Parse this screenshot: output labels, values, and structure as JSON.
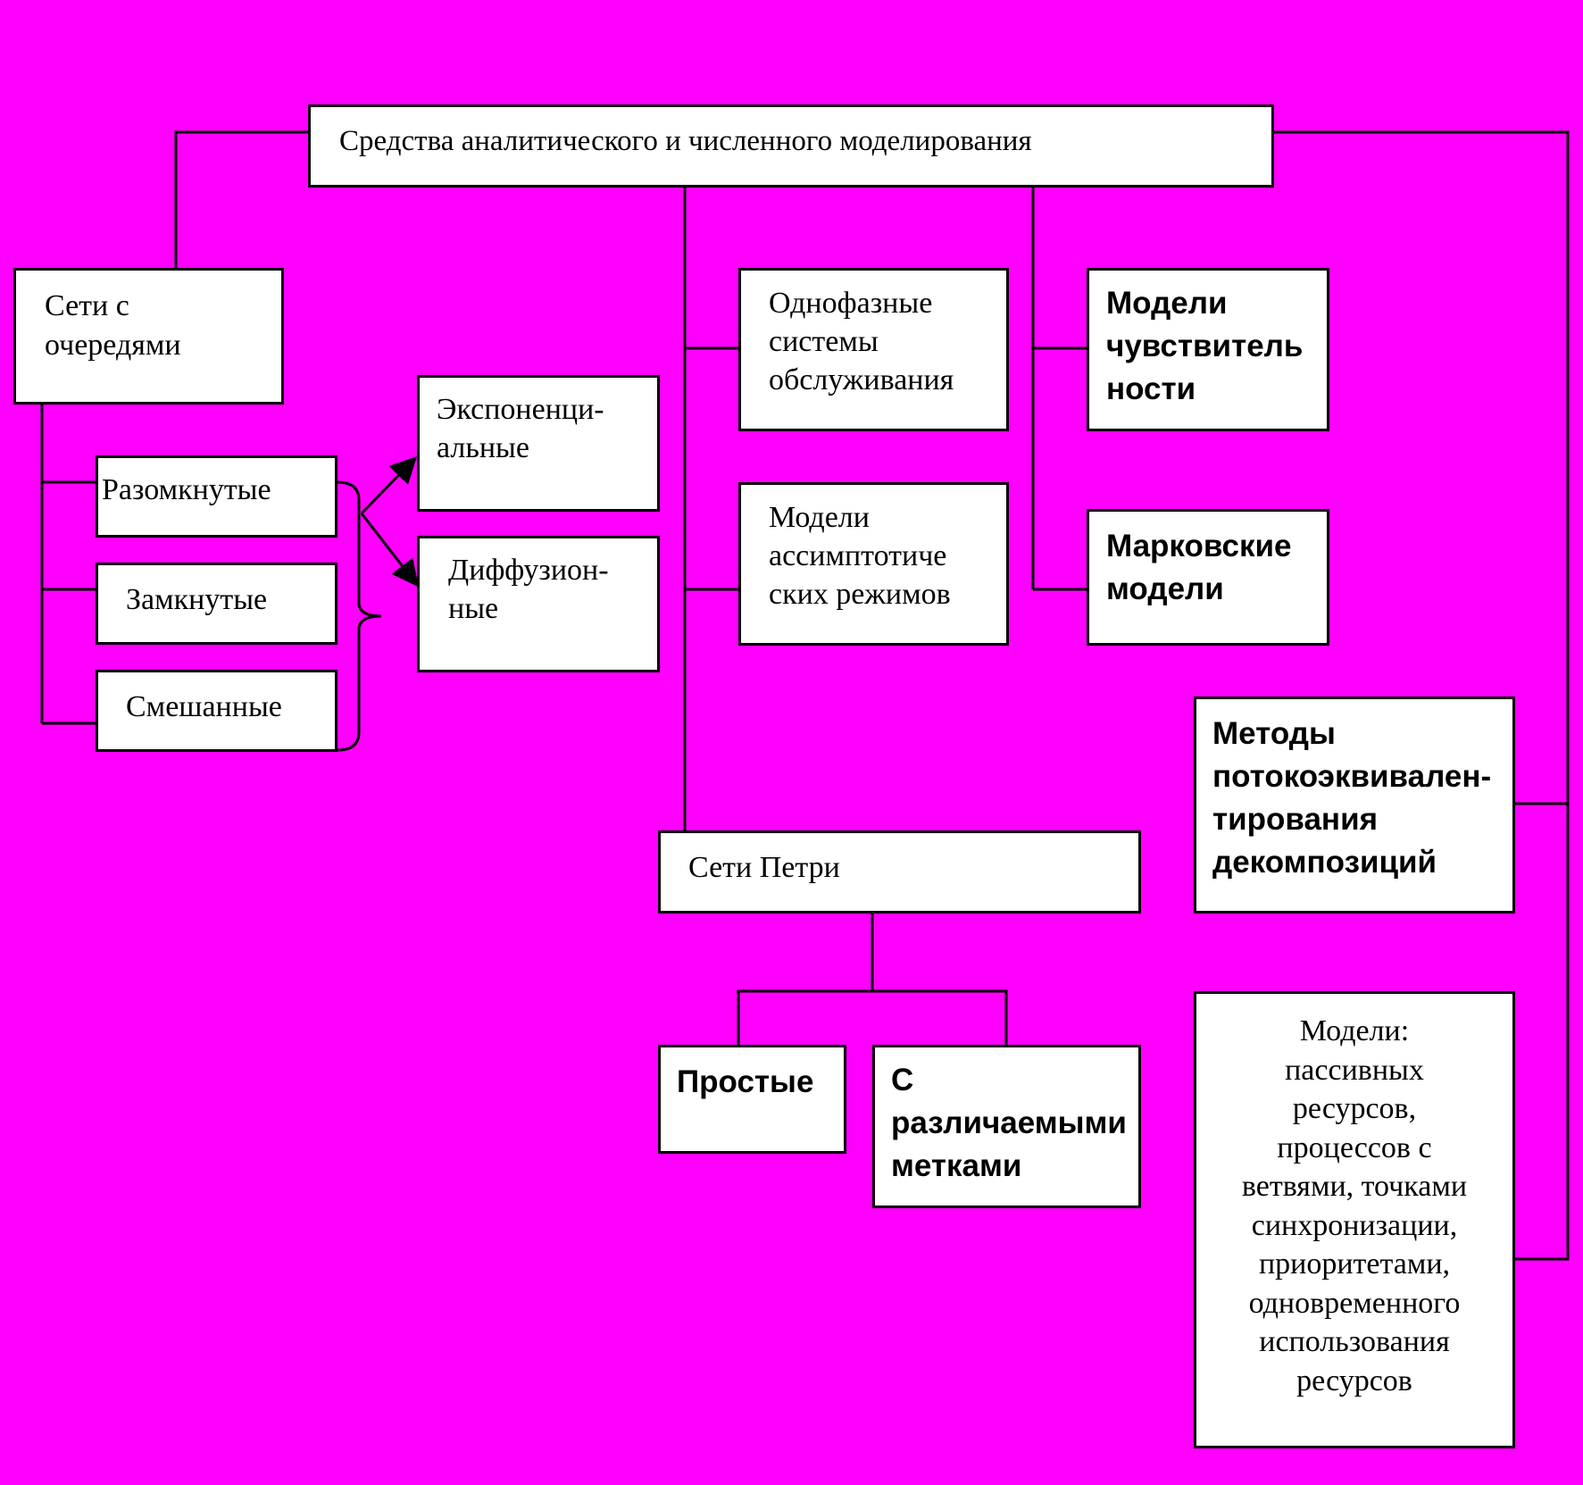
{
  "colors": {
    "background": "#ff00ff",
    "box_fill": "#ffffff",
    "line": "#000000"
  },
  "root": "Средства аналитического и численного моделирования",
  "queue_networks": {
    "title": "Сети с\nочередями",
    "types": {
      "open": "Разомкнутые",
      "closed": "Замкнутые",
      "mixed": "Смешанные"
    },
    "approximations": {
      "exponential": "Экспоненци-\nальные",
      "diffusion": "Диффузион-\nные"
    }
  },
  "single_phase": "Однофазные\nсистемы\nобслуживания",
  "asymptotic": "Модели\nассимптотиче\nских режимов",
  "sensitivity": "Модели\nчувствитель\nности",
  "markov": "Марковские\nмодели",
  "flow_equivalent": "Методы\nпотокоэквивален-\nтирования\nдекомпозиций",
  "petri": {
    "title": "Сети Петри",
    "simple": "Простые",
    "colored": "С\nразличаемыми\nметками"
  },
  "resource_models": "Модели:\nпассивных\nресурсов,\nпроцессов с\nветвями, точками\nсинхронизации,\nприоритетами,\nодновременного\nиспользования\nресурсов"
}
